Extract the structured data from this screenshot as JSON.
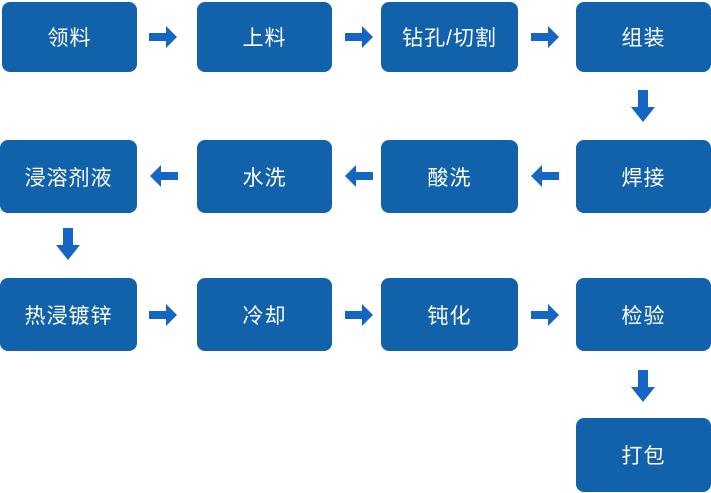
{
  "diagram": {
    "type": "flowchart",
    "colors": {
      "box_fill": "#1161AB",
      "arrow_fill": "#1566C4",
      "text": "#FFFFFF",
      "background": "#FFFFFF"
    },
    "nodes": [
      {
        "label": "领料"
      },
      {
        "label": "上料"
      },
      {
        "label": "钻孔/切割"
      },
      {
        "label": "组装"
      },
      {
        "label": "焊接"
      },
      {
        "label": "酸洗"
      },
      {
        "label": "水洗"
      },
      {
        "label": "浸溶剂液"
      },
      {
        "label": "热浸镀锌"
      },
      {
        "label": "冷却"
      },
      {
        "label": "钝化"
      },
      {
        "label": "检验"
      },
      {
        "label": "打包"
      }
    ],
    "edges": [
      {
        "from": "领料",
        "to": "上料",
        "direction": "right"
      },
      {
        "from": "上料",
        "to": "钻孔/切割",
        "direction": "right"
      },
      {
        "from": "钻孔/切割",
        "to": "组装",
        "direction": "right"
      },
      {
        "from": "组装",
        "to": "焊接",
        "direction": "down"
      },
      {
        "from": "焊接",
        "to": "酸洗",
        "direction": "left"
      },
      {
        "from": "酸洗",
        "to": "水洗",
        "direction": "left"
      },
      {
        "from": "水洗",
        "to": "浸溶剂液",
        "direction": "left"
      },
      {
        "from": "浸溶剂液",
        "to": "热浸镀锌",
        "direction": "down"
      },
      {
        "from": "热浸镀锌",
        "to": "冷却",
        "direction": "right"
      },
      {
        "from": "冷却",
        "to": "钝化",
        "direction": "right"
      },
      {
        "from": "钝化",
        "to": "检验",
        "direction": "right"
      },
      {
        "from": "检验",
        "to": "打包",
        "direction": "down"
      }
    ]
  }
}
